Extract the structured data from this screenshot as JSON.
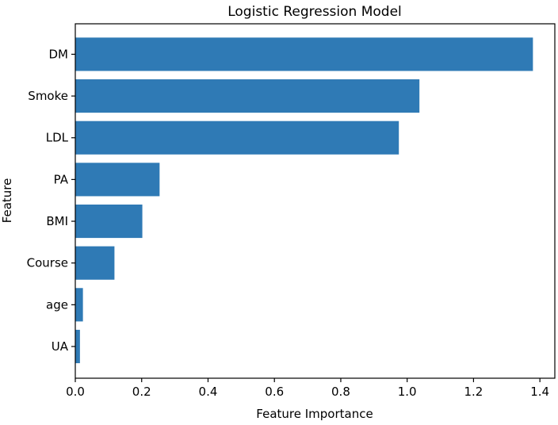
{
  "chart_data": {
    "type": "bar",
    "orientation": "horizontal",
    "title": "Logistic Regression Model",
    "xlabel": "Feature Importance",
    "ylabel": "Feature",
    "categories": [
      "DM",
      "Smoke",
      "LDL",
      "PA",
      "BMI",
      "Course",
      "age",
      "UA"
    ],
    "values": [
      1.379,
      1.037,
      0.975,
      0.254,
      0.202,
      0.118,
      0.023,
      0.014
    ],
    "xlim": [
      0,
      1.445
    ],
    "xticks": [
      "0.0",
      "0.2",
      "0.4",
      "0.6",
      "0.8",
      "1.0",
      "1.2",
      "1.4"
    ],
    "grid": false,
    "bar_color": "#2f7ab5"
  }
}
